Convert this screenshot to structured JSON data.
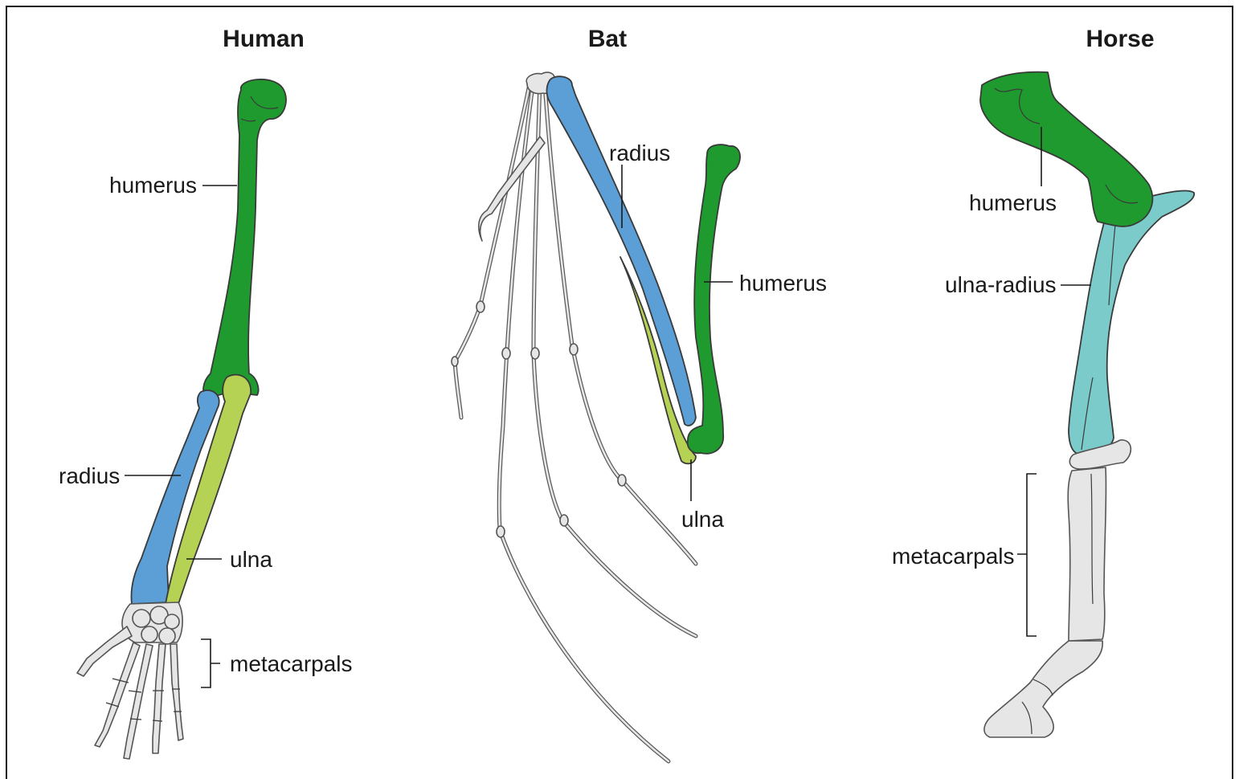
{
  "colors": {
    "humerus": "#1e9a2e",
    "radius": "#5b9fd6",
    "ulna": "#b6d255",
    "ulna_radius": "#7ccbcb",
    "other_bones": "#e6e6e6",
    "frame": "#1a1a1a"
  },
  "panels": {
    "human": {
      "title": "Human",
      "labels": {
        "humerus": "humerus",
        "radius": "radius",
        "ulna": "ulna",
        "metacarpals": "metacarpals"
      }
    },
    "bat": {
      "title": "Bat",
      "labels": {
        "radius": "radius",
        "humerus": "humerus",
        "ulna": "ulna"
      }
    },
    "horse": {
      "title": "Horse",
      "labels": {
        "humerus": "humerus",
        "ulna_radius": "ulna-radius",
        "metacarpals": "metacarpals"
      }
    }
  }
}
